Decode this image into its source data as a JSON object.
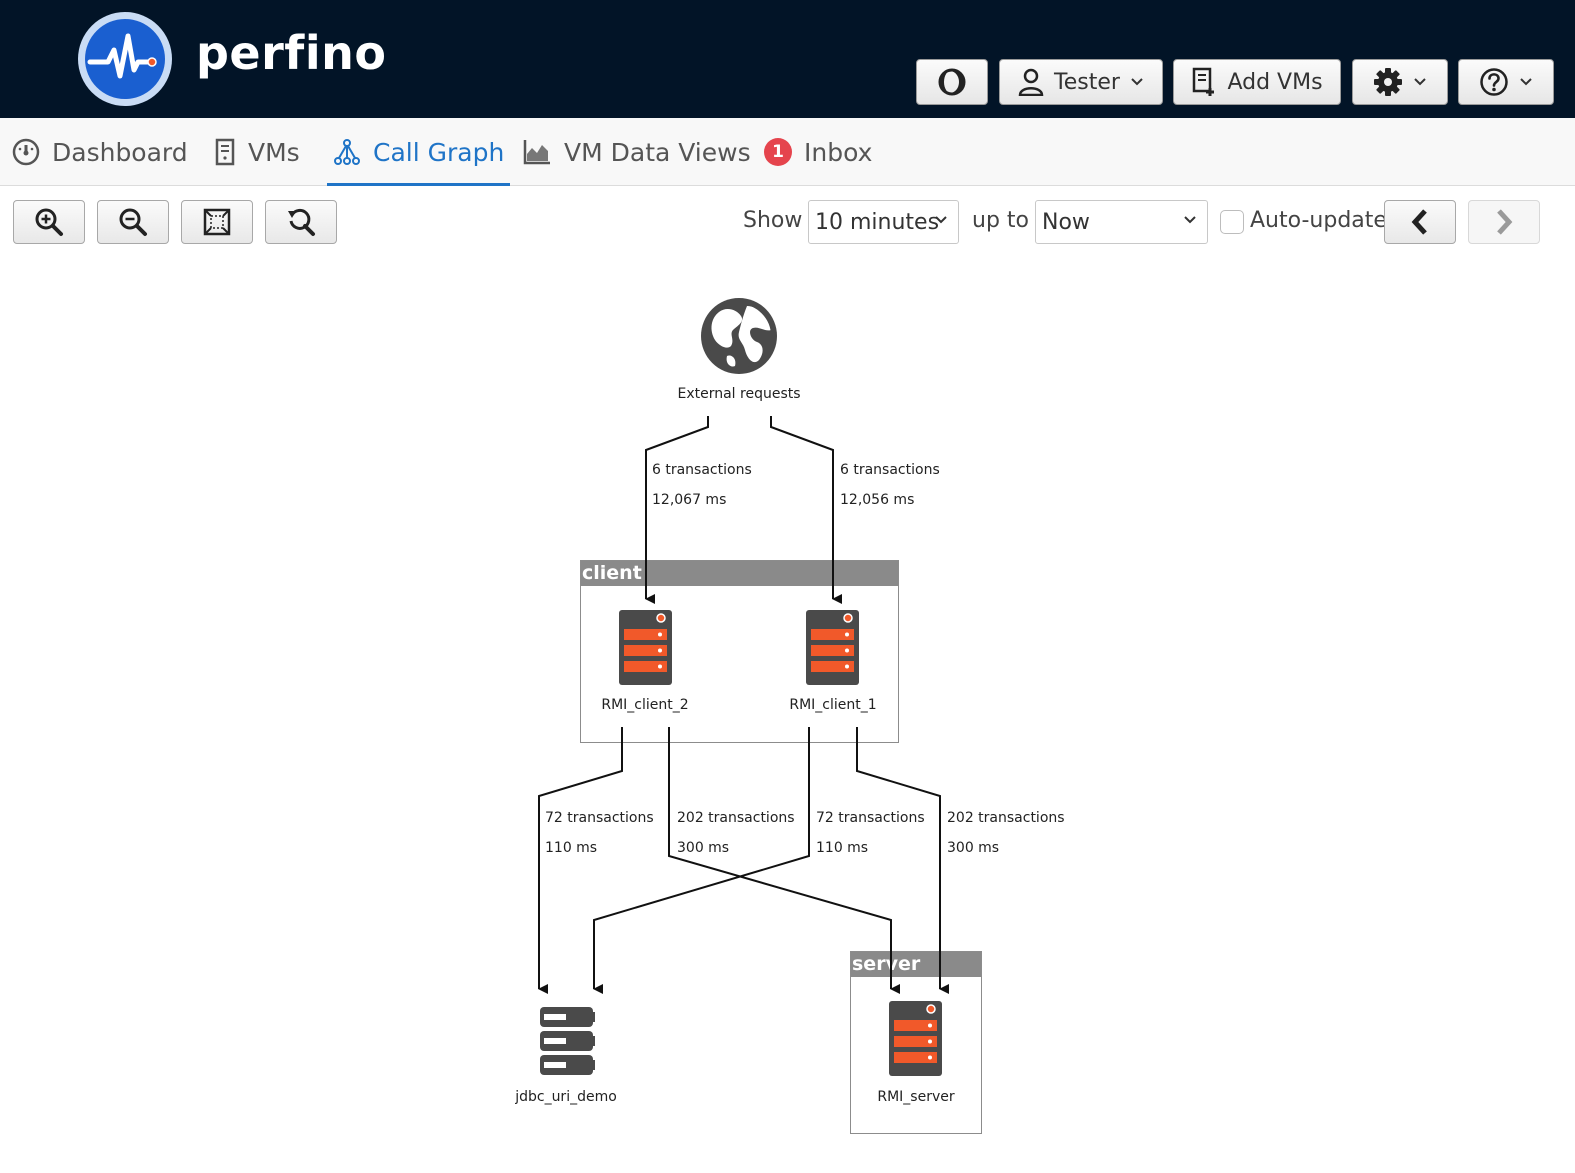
{
  "header": {
    "brand": "perfino",
    "user_label": "Tester",
    "add_vms_label": "Add VMs"
  },
  "nav": {
    "tabs": [
      {
        "label": "Dashboard",
        "icon": "dashboard-icon",
        "active": false
      },
      {
        "label": "VMs",
        "icon": "vm-icon",
        "active": false
      },
      {
        "label": "Call Graph",
        "icon": "call-graph-icon",
        "active": true
      },
      {
        "label": "VM Data Views",
        "icon": "chart-icon",
        "active": false
      },
      {
        "label": "Inbox",
        "icon": "inbox-icon",
        "badge": "1",
        "active": false
      }
    ]
  },
  "toolbar": {
    "show_label": "Show",
    "range_value": "10 minutes",
    "up_to_label": "up to",
    "end_value": "Now",
    "auto_update_label": "Auto-update",
    "auto_update_checked": false
  },
  "graph": {
    "root": {
      "label": "External requests",
      "icon": "globe-icon"
    },
    "groups": [
      {
        "title": "client"
      },
      {
        "title": "server"
      }
    ],
    "nodes": [
      {
        "label": "RMI_client_2",
        "icon": "server-vm-icon"
      },
      {
        "label": "RMI_client_1",
        "icon": "server-vm-icon"
      },
      {
        "label": "jdbc_uri_demo",
        "icon": "database-icon"
      },
      {
        "label": "RMI_server",
        "icon": "server-vm-icon"
      }
    ],
    "edges": [
      {
        "transactions": "6 transactions",
        "time": "12,067 ms"
      },
      {
        "transactions": "6 transactions",
        "time": "12,056 ms"
      },
      {
        "transactions": "72 transactions",
        "time": "110 ms"
      },
      {
        "transactions": "202 transactions",
        "time": "300 ms"
      },
      {
        "transactions": "72 transactions",
        "time": "110 ms"
      },
      {
        "transactions": "202 transactions",
        "time": "300 ms"
      }
    ]
  },
  "colors": {
    "header_bg": "#021427",
    "accent": "#1f74c7",
    "server_orange": "#f1592a",
    "badge_red": "#e5444d"
  }
}
